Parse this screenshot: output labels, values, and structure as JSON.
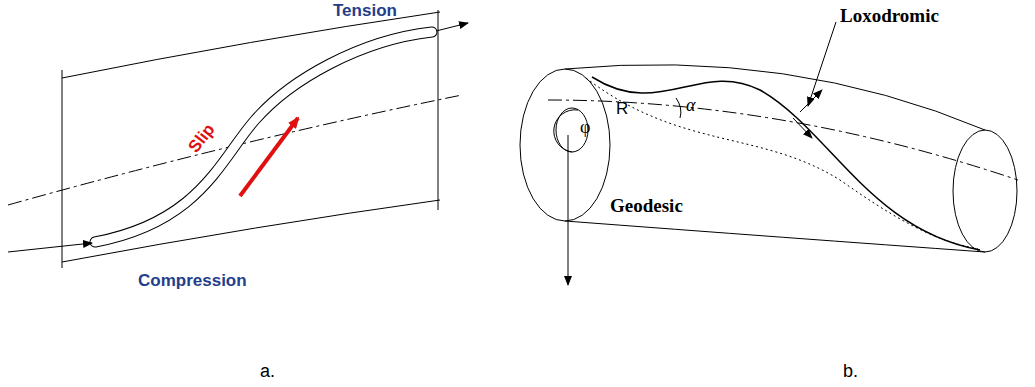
{
  "diagram": {
    "labels": [
      "Tension",
      "Slip",
      "Compression",
      "Loxodromic",
      "α",
      "φ",
      "R",
      "Geodesic",
      "a.",
      "b."
    ]
  }
}
